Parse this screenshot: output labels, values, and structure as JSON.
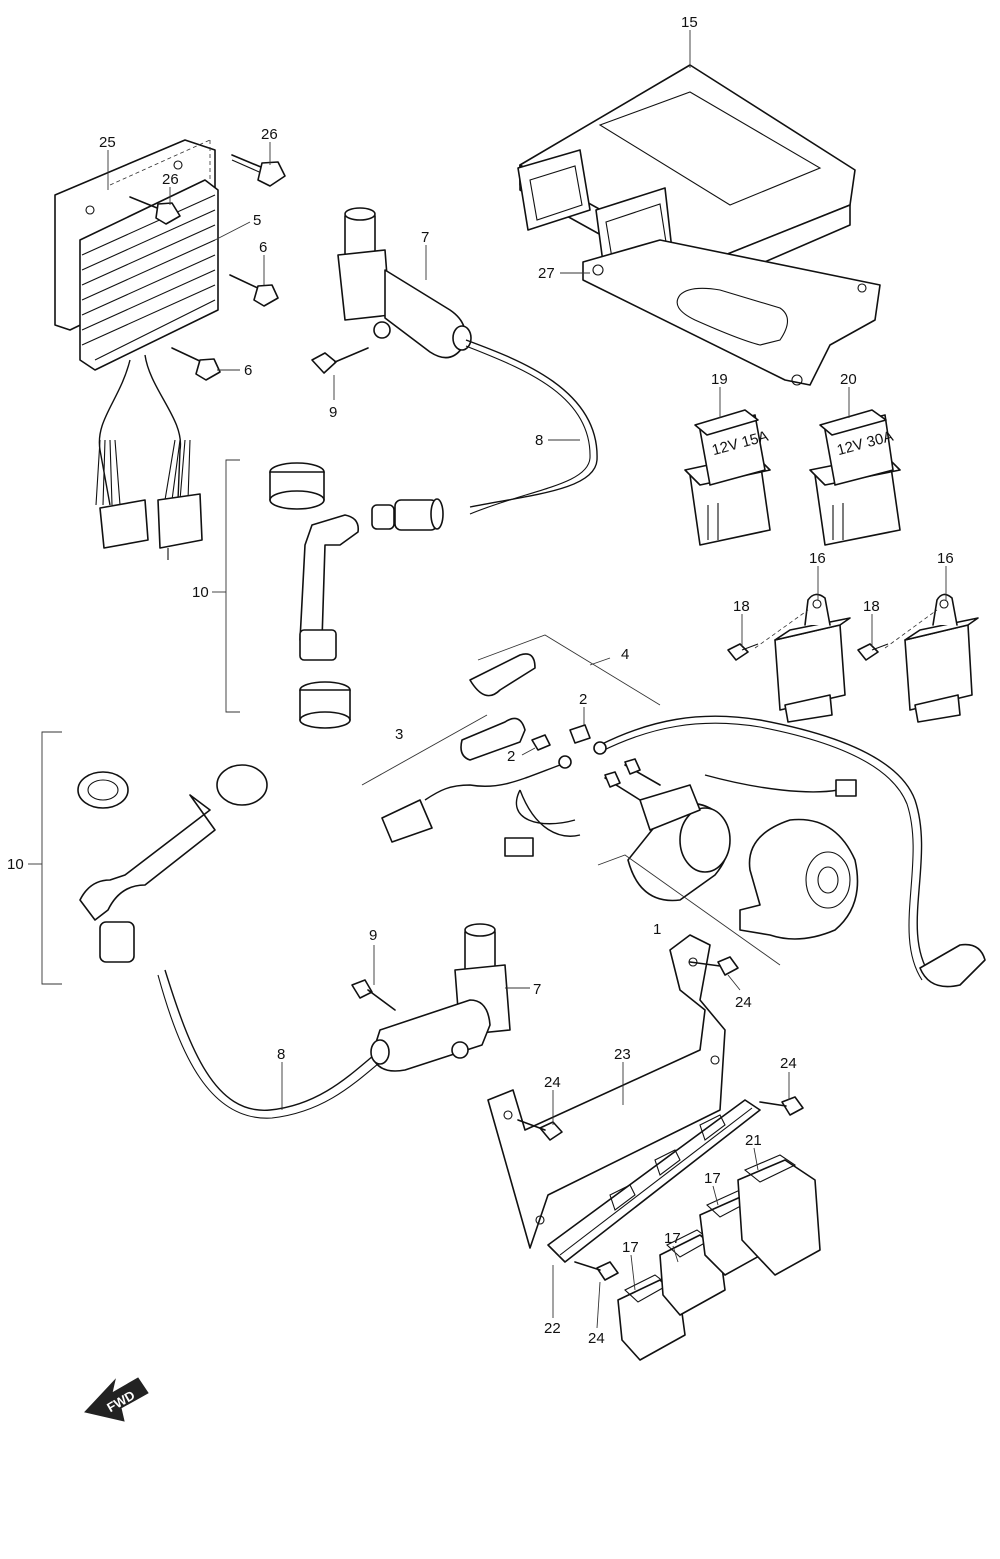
{
  "callouts": [
    {
      "id": "c15",
      "label": "15"
    },
    {
      "id": "c25",
      "label": "25"
    },
    {
      "id": "c26a",
      "label": "26"
    },
    {
      "id": "c26b",
      "label": "26"
    },
    {
      "id": "c5",
      "label": "5"
    },
    {
      "id": "c6a",
      "label": "6"
    },
    {
      "id": "c6b",
      "label": "6"
    },
    {
      "id": "c7a",
      "label": "7"
    },
    {
      "id": "c9a",
      "label": "9"
    },
    {
      "id": "c8a",
      "label": "8"
    },
    {
      "id": "c27",
      "label": "27"
    },
    {
      "id": "c19",
      "label": "19"
    },
    {
      "id": "c20",
      "label": "20"
    },
    {
      "id": "c16a",
      "label": "16"
    },
    {
      "id": "c16b",
      "label": "16"
    },
    {
      "id": "c18a",
      "label": "18"
    },
    {
      "id": "c18b",
      "label": "18"
    },
    {
      "id": "c10a",
      "label": "10"
    },
    {
      "id": "c4",
      "label": "4"
    },
    {
      "id": "c2a",
      "label": "2"
    },
    {
      "id": "c2b",
      "label": "2"
    },
    {
      "id": "c3",
      "label": "3"
    },
    {
      "id": "c10b",
      "label": "10"
    },
    {
      "id": "c1",
      "label": "1"
    },
    {
      "id": "c9b",
      "label": "9"
    },
    {
      "id": "c7b",
      "label": "7"
    },
    {
      "id": "c24a",
      "label": "24"
    },
    {
      "id": "c23",
      "label": "23"
    },
    {
      "id": "c24b",
      "label": "24"
    },
    {
      "id": "c8b",
      "label": "8"
    },
    {
      "id": "c24c",
      "label": "24"
    },
    {
      "id": "c21",
      "label": "21"
    },
    {
      "id": "c17a",
      "label": "17"
    },
    {
      "id": "c17b",
      "label": "17"
    },
    {
      "id": "c17c",
      "label": "17"
    },
    {
      "id": "c22",
      "label": "22"
    },
    {
      "id": "c24d",
      "label": "24"
    }
  ],
  "fwd_label": "FWD",
  "relay_19_text": "12V 15A",
  "relay_20_text": "12V 30A"
}
